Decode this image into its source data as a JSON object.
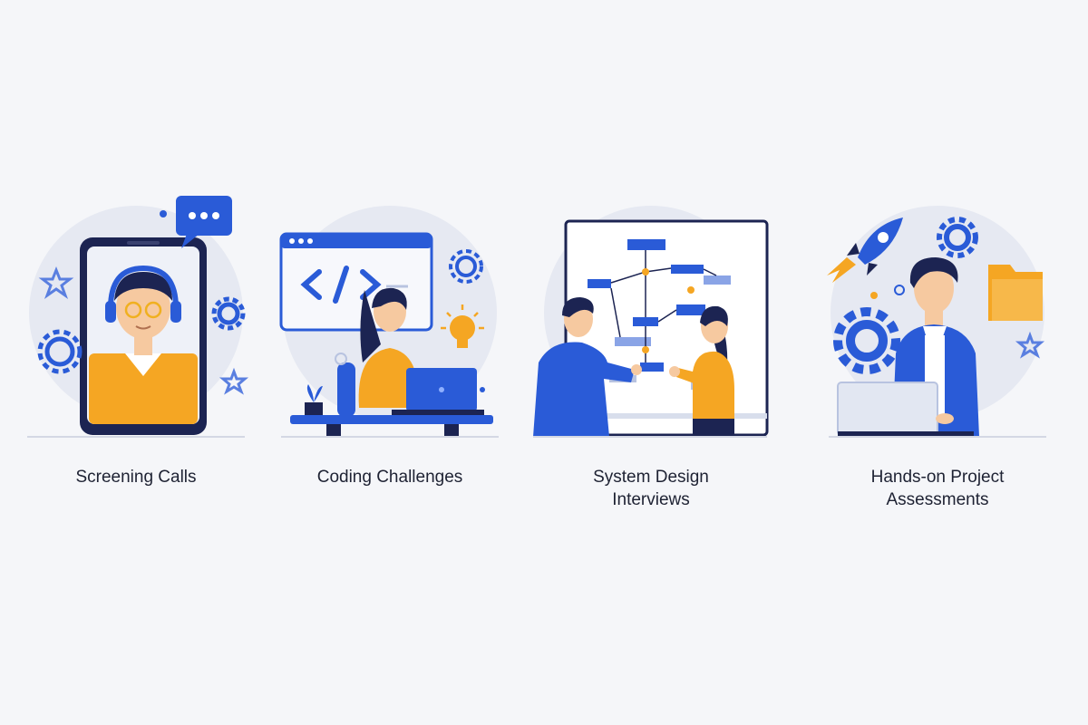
{
  "cards": [
    {
      "caption": "Screening Calls",
      "icons": [
        "smartphone-icon",
        "headset-icon",
        "chat-bubble-icon",
        "gear-icon",
        "star-icon"
      ]
    },
    {
      "caption": "Coding Challenges",
      "icons": [
        "browser-window-icon",
        "code-brackets-icon",
        "laptop-icon",
        "lightbulb-icon",
        "gear-icon",
        "plant-icon"
      ]
    },
    {
      "caption": "System Design\nInterviews",
      "icons": [
        "whiteboard-icon",
        "flowchart-icon"
      ]
    },
    {
      "caption": "Hands-on Project\nAssessments",
      "icons": [
        "rocket-icon",
        "gear-icon",
        "folder-icon",
        "laptop-icon"
      ]
    }
  ],
  "colors": {
    "primary_blue": "#2a5bd7",
    "dark_navy": "#1c2452",
    "orange": "#f5a623",
    "skin": "#f6c9a0",
    "light_circle": "#e6e9f2",
    "background": "#f5f6f9"
  }
}
